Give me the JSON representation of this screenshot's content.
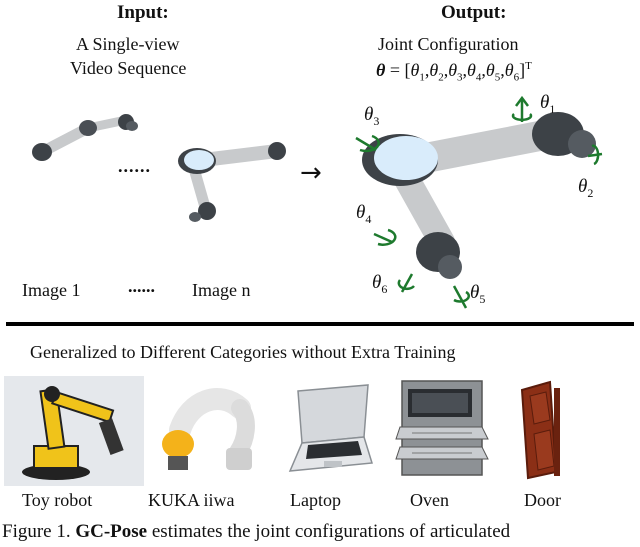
{
  "input": {
    "heading": "Input:",
    "line1": "A Single-view",
    "line2": "Video  Sequence",
    "image1_label": "Image 1",
    "dots": "......",
    "imagen_label": "Image n",
    "mid_dots": "......"
  },
  "output": {
    "heading": "Output:",
    "line1": "Joint Configuration",
    "formula": "θ = [θ1,θ2,θ3,θ4,θ5,θ6]T",
    "formula_lhs": "θ",
    "formula_rhs_prefix": " = [",
    "formula_suffix": "]",
    "formula_sup": "T",
    "joint_symbol": "θ",
    "joint_subs": [
      "1",
      "2",
      "3",
      "4",
      "5",
      "6"
    ]
  },
  "arrow_glyph": "→",
  "generalized_title": "Generalized to Different Categories without Extra Training",
  "categories": [
    "Toy robot",
    "KUKA iiwa",
    "Laptop",
    "Oven",
    "Door"
  ],
  "caption": {
    "prefix": "Figure 1. ",
    "bold": "GC-Pose",
    "rest": " estimates the joint configurations of articulated"
  },
  "colors": {
    "arm_gray": "#c8cacc",
    "joint_dark": "#3d4247",
    "cap_blue": "#d9ecfb",
    "arrow_green": "#1e7a2e",
    "toy_yellow": "#f0c31a",
    "kuka_orange": "#f4b21a",
    "door_brown": "#7a2a14",
    "divider": "#000000"
  }
}
